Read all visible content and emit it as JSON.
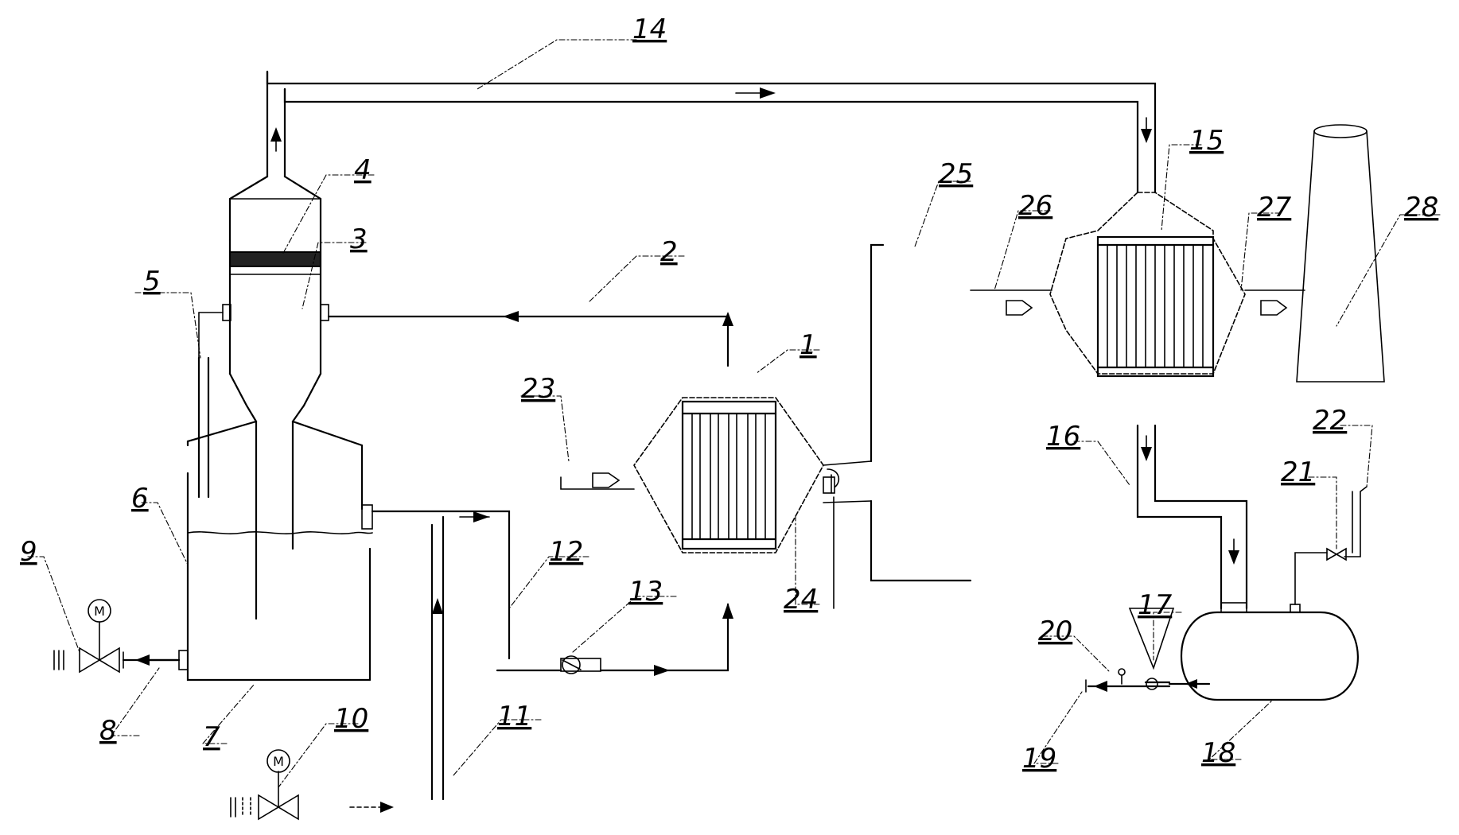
{
  "callouts": [
    {
      "id": "1",
      "text": "1"
    },
    {
      "id": "2",
      "text": "2"
    },
    {
      "id": "3",
      "text": "3"
    },
    {
      "id": "4",
      "text": "4"
    },
    {
      "id": "5",
      "text": "5"
    },
    {
      "id": "6",
      "text": "6"
    },
    {
      "id": "7",
      "text": "7"
    },
    {
      "id": "8",
      "text": "8"
    },
    {
      "id": "9",
      "text": "9"
    },
    {
      "id": "10",
      "text": "10"
    },
    {
      "id": "11",
      "text": "11"
    },
    {
      "id": "12",
      "text": "12"
    },
    {
      "id": "13",
      "text": "13"
    },
    {
      "id": "14",
      "text": "14"
    },
    {
      "id": "15",
      "text": "15"
    },
    {
      "id": "16",
      "text": "16"
    },
    {
      "id": "17",
      "text": "17"
    },
    {
      "id": "18",
      "text": "18"
    },
    {
      "id": "19",
      "text": "19"
    },
    {
      "id": "20",
      "text": "20"
    },
    {
      "id": "21",
      "text": "21"
    },
    {
      "id": "22",
      "text": "22"
    },
    {
      "id": "23",
      "text": "23"
    },
    {
      "id": "24",
      "text": "24"
    },
    {
      "id": "25",
      "text": "25"
    },
    {
      "id": "26",
      "text": "26"
    },
    {
      "id": "27",
      "text": "27"
    },
    {
      "id": "28",
      "text": "28"
    }
  ],
  "motor_symbol": "M",
  "colors": {
    "line": "#000000",
    "background": "#ffffff"
  }
}
